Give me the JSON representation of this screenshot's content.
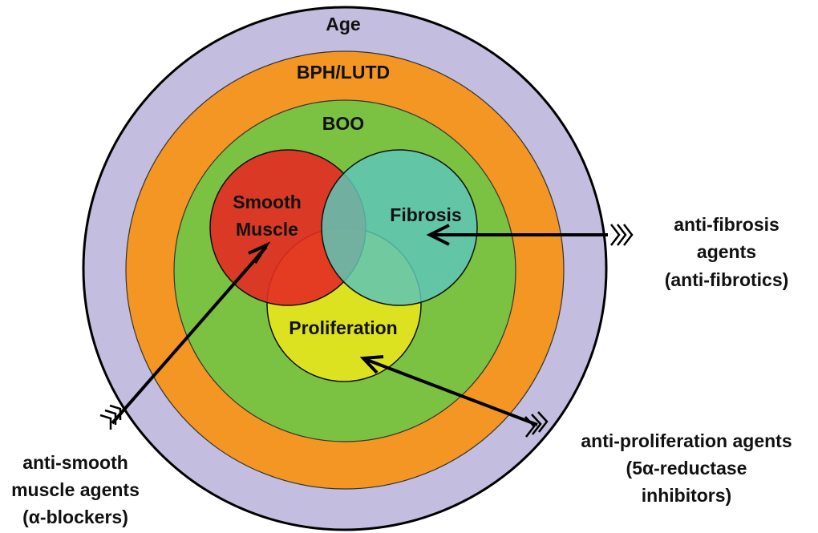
{
  "rings": {
    "age": "Age",
    "bph": "BPH/LUTD",
    "boo": "BOO"
  },
  "circles": {
    "smooth_muscle": [
      "Smooth",
      "Muscle"
    ],
    "fibrosis": "Fibrosis",
    "proliferation": "Proliferation"
  },
  "agents": {
    "anti_fibrosis": [
      "anti-fibrosis",
      "agents",
      "(anti-fibrotics)"
    ],
    "anti_proliferation": [
      "anti-proliferation agents",
      "(5α-reductase",
      "inhibitors)"
    ],
    "anti_smooth_muscle": [
      "anti-smooth",
      "muscle agents",
      "(α-blockers)"
    ]
  },
  "colors": {
    "age": "#c3bddf",
    "bph": "#f39623",
    "boo": "#7bc142",
    "smooth_muscle": "#e0342a",
    "fibrosis": "#5ec6b6",
    "proliferation": "#dce21f"
  }
}
